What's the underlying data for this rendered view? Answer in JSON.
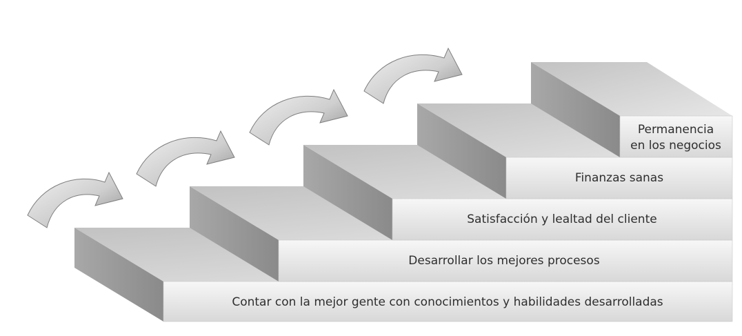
{
  "steps": [
    {
      "label": "Contar con la mejor gente con conocimientos y habilidades desarrolladas"
    },
    {
      "label": "Desarrollar los mejores procesos"
    },
    {
      "label": "Satisfacción y lealtad del cliente"
    },
    {
      "label": "Finanzas sanas"
    },
    {
      "label_lines": [
        "Permanencia",
        "en los negocios"
      ]
    }
  ],
  "arrows": [
    {
      "name": "arrow-1",
      "icon": "curved-arrow-icon"
    },
    {
      "name": "arrow-2",
      "icon": "curved-arrow-icon"
    },
    {
      "name": "arrow-3",
      "icon": "curved-arrow-icon"
    },
    {
      "name": "arrow-4",
      "icon": "curved-arrow-icon"
    }
  ],
  "colors": {
    "front_light": "#f4f4f4",
    "front_dark": "#cfcfcf",
    "top_light": "#dcdcdc",
    "top_dark": "#b9b9b9",
    "side": "#9a9a9a",
    "text": "#2e2e2e",
    "arrow_light": "#eeeeee",
    "arrow_dark": "#8f8f8f"
  }
}
